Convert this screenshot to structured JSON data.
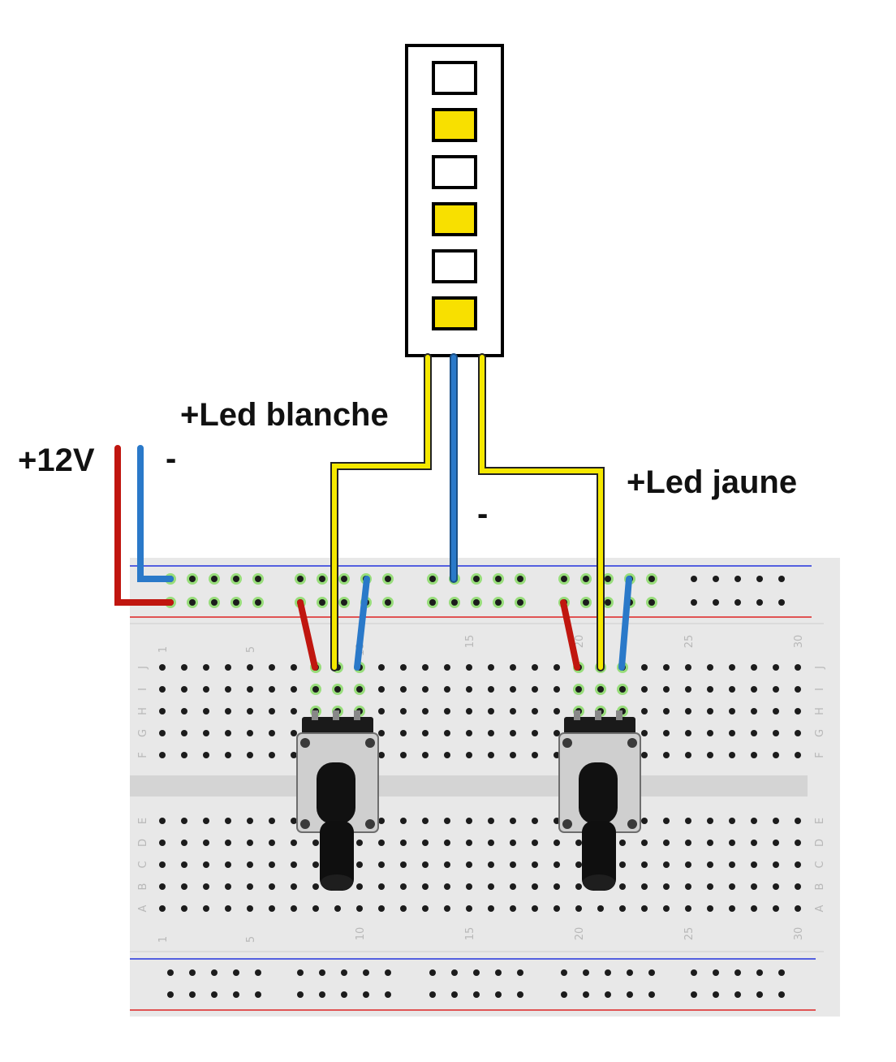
{
  "labels": {
    "plus_12v": "+12V",
    "minus_supply": "-",
    "led_white": "+Led blanche",
    "minus_strip": "-",
    "led_yellow": "+Led jaune"
  },
  "breadboard": {
    "column_numbers": [
      "1",
      "5",
      "10",
      "15",
      "20",
      "25",
      "30"
    ],
    "row_letters_top": [
      "J",
      "I",
      "H",
      "G",
      "F"
    ],
    "row_letters_bottom": [
      "E",
      "D",
      "C",
      "B",
      "A"
    ]
  },
  "led_strip": {
    "leds": [
      "white",
      "yellow",
      "white",
      "yellow",
      "white",
      "yellow"
    ]
  },
  "colors": {
    "wire_red": "#c0160f",
    "wire_blue": "#2a79c9",
    "wire_yellow": "#f5e800",
    "led_yellow": "#f8e000",
    "rail_blue": "#2233dd",
    "rail_red": "#dd2222",
    "board": "#e8e8e8",
    "hole_active": "#7ed957"
  }
}
